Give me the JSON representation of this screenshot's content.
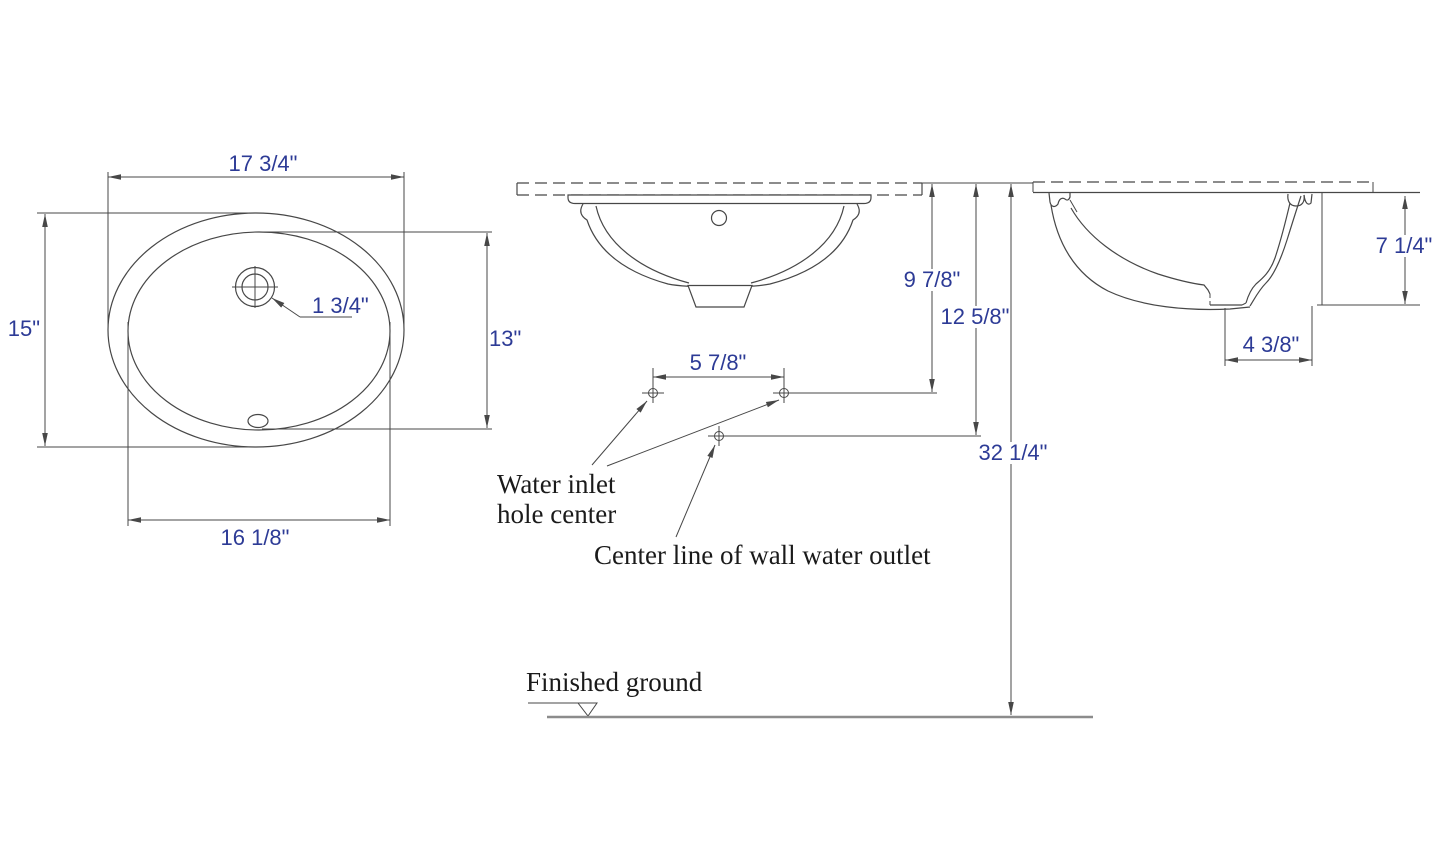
{
  "colors": {
    "dimension_text": "#2d3b96",
    "label_text": "#1a1a1a",
    "line": "#474747",
    "background": "#ffffff"
  },
  "top_view": {
    "overall_width": "17 3/4\"",
    "overall_depth": "15\"",
    "bowl_width": "16 1/8\"",
    "bowl_depth": "13\"",
    "faucet_hole_diameter": "1 3/4\""
  },
  "front_view": {
    "inlet_drop": "9 7/8\"",
    "outlet_drop": "12 5/8\"",
    "inlet_spacing": "5 7/8\"",
    "counter_height": "32 1/4\""
  },
  "side_view": {
    "basin_depth": "7 1/4\"",
    "bottom_width": "4 3/8\""
  },
  "labels": {
    "water_inlet_line1": "Water inlet",
    "water_inlet_line2": "hole center",
    "wall_outlet": "Center line of wall water outlet",
    "finished_ground": "Finished ground"
  }
}
